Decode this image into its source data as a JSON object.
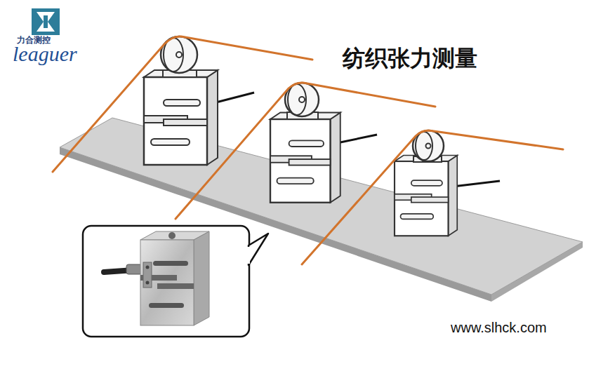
{
  "diagram": {
    "title": "纺织张力测量",
    "labels": [
      "力合测控",
      "leaguer",
      "www.slhck.com"
    ]
  }
}
